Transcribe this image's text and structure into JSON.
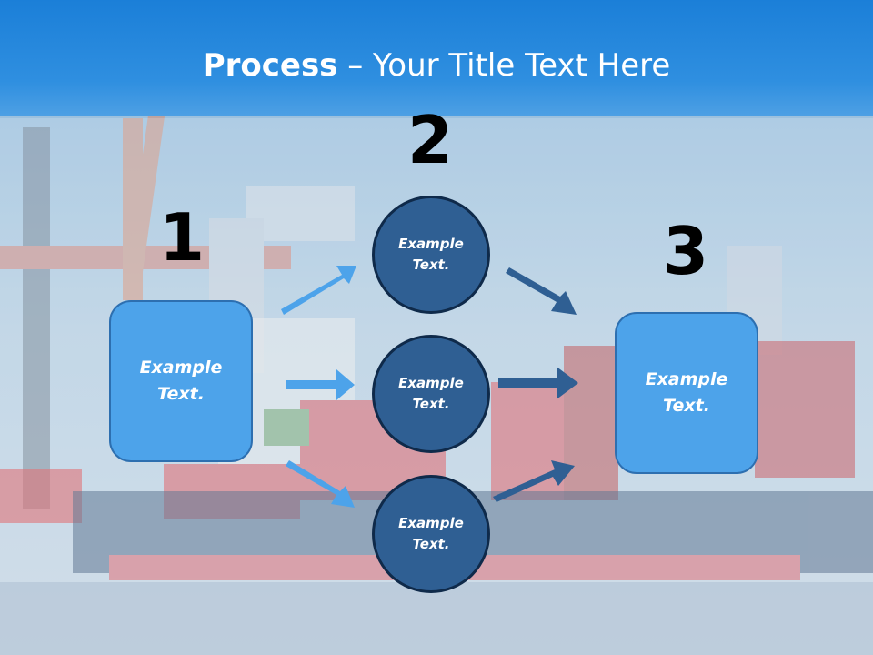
{
  "title": {
    "bold": "Process",
    "rest": " – Your Title Text Here"
  },
  "steps": {
    "one": "1",
    "two": "2",
    "three": "3"
  },
  "left_box": {
    "line1": "Example",
    "line2": "Text."
  },
  "circles": [
    {
      "line1": "Example",
      "line2": "Text."
    },
    {
      "line1": "Example",
      "line2": "Text."
    },
    {
      "line1": "Example",
      "line2": "Text."
    }
  ],
  "right_box": {
    "line1": "Example",
    "line2": "Text."
  },
  "colors": {
    "header": "#1b7fd8",
    "box": "#4da3ea",
    "circle": "#2f5f93",
    "light_arrow": "#4da3ea",
    "dark_arrow": "#2f5f93"
  }
}
